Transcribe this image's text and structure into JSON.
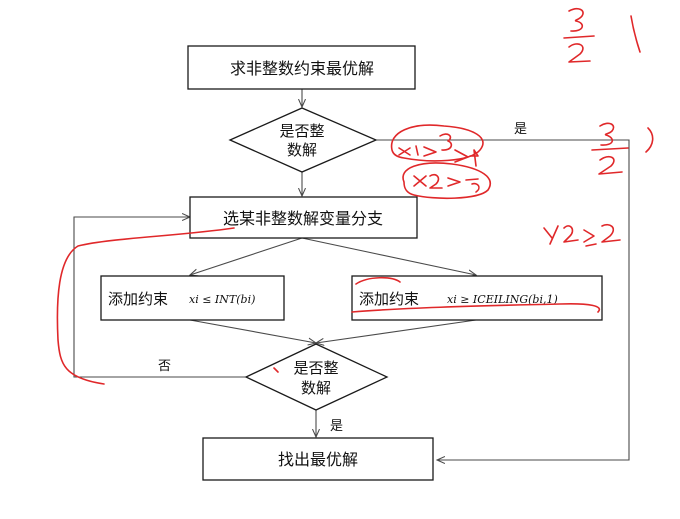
{
  "nodes": {
    "start": "求非整数约束最优解",
    "check1_line1": "是否整",
    "check1_line2": "数解",
    "branch": "选某非整数解变量分支",
    "left_cn": "添加约束",
    "left_math": "xi ≤ INT(bi)",
    "right_cn": "添加约束",
    "right_math": "xi ≥ ICEILING(bi,1)",
    "check2_line1": "是否整",
    "check2_line2": "数解",
    "end": "找出最优解"
  },
  "edges": {
    "yes_top": "是",
    "no_left": "否",
    "yes_bottom": "是"
  },
  "colors": {
    "annotation_ink": "#e0282a",
    "line": "#4a4a4a",
    "box_border": "#1a1a1a"
  }
}
